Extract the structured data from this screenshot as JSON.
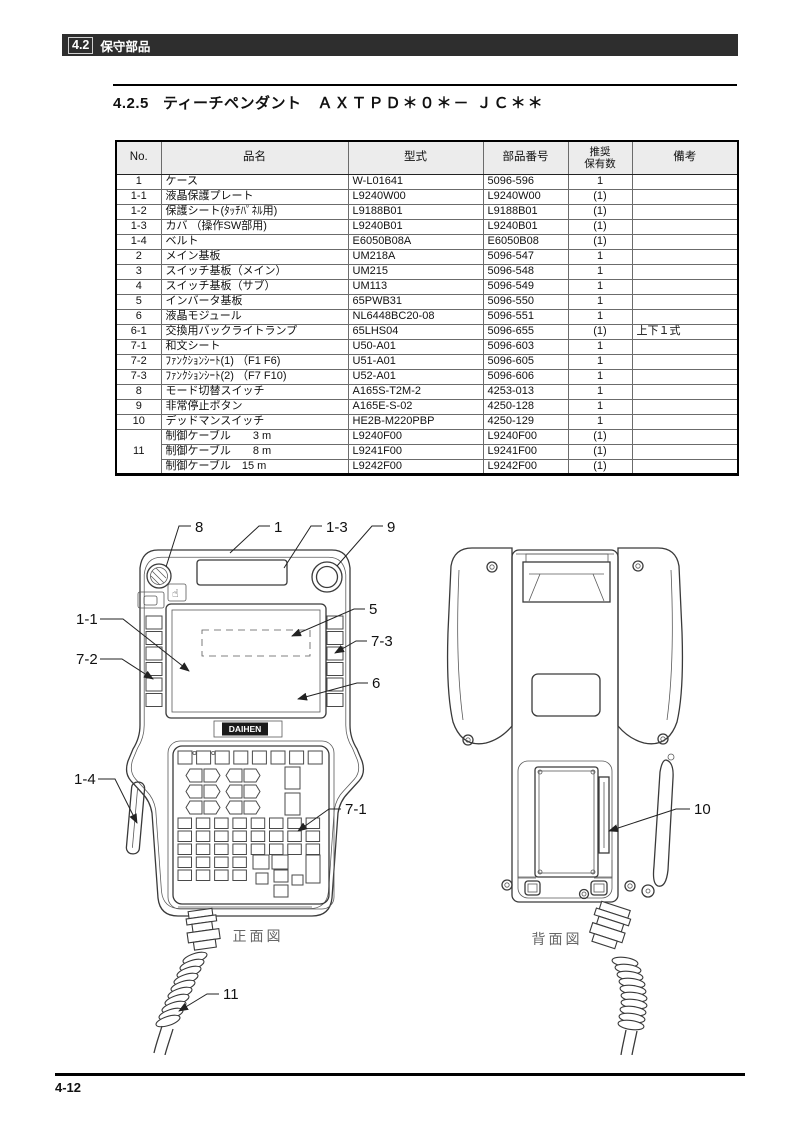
{
  "header_bar": {
    "section": "4.2",
    "title": "保守部品"
  },
  "page": {
    "section_number": "4.2.5",
    "section_title": "ティーチペンダント",
    "model_code": "ＡＸＴＰＤ＊０＊－ ＪＣ＊＊",
    "page_number": "4-12"
  },
  "table": {
    "headers": {
      "no": "No.",
      "name": "品名",
      "model": "型式",
      "part_number": "部品番号",
      "stock_line1": "推奨",
      "stock_line2": "保有数",
      "remarks": "備考"
    },
    "rows": [
      {
        "no": "1",
        "name": "ケース",
        "model": "W-L01641",
        "part": "5096-596",
        "stock": "1",
        "remarks": ""
      },
      {
        "no": "1-1",
        "name": "液晶保護プレート",
        "model": "L9240W00",
        "part": "L9240W00",
        "stock": "(1)",
        "remarks": ""
      },
      {
        "no": "1-2",
        "name": "保護シート(ﾀｯﾁﾊﾟﾈﾙ用)",
        "model": "L9188B01",
        "part": "L9188B01",
        "stock": "(1)",
        "remarks": ""
      },
      {
        "no": "1-3",
        "name": "カバ （操作SW部用)",
        "model": "L9240B01",
        "part": "L9240B01",
        "stock": "(1)",
        "remarks": ""
      },
      {
        "no": "1-4",
        "name": "ベルト",
        "model": "E6050B08A",
        "part": "E6050B08",
        "stock": "(1)",
        "remarks": ""
      },
      {
        "no": "2",
        "name": "メイン基板",
        "model": "UM218A",
        "part": "5096-547",
        "stock": "1",
        "remarks": ""
      },
      {
        "no": "3",
        "name": "スイッチ基板（メイン）",
        "model": "UM215",
        "part": "5096-548",
        "stock": "1",
        "remarks": ""
      },
      {
        "no": "4",
        "name": "スイッチ基板（サブ）",
        "model": "UM113",
        "part": "5096-549",
        "stock": "1",
        "remarks": ""
      },
      {
        "no": "5",
        "name": "インバータ基板",
        "model": "65PWB31",
        "part": "5096-550",
        "stock": "1",
        "remarks": ""
      },
      {
        "no": "6",
        "name": "液晶モジュール",
        "model": "NL6448BC20-08",
        "part": "5096-551",
        "stock": "1",
        "remarks": ""
      },
      {
        "no": "6-1",
        "name": "交換用バックライトランプ",
        "model": "65LHS04",
        "part": "5096-655",
        "stock": "(1)",
        "remarks": "上下１式"
      },
      {
        "no": "7-1",
        "name": "和文シート",
        "model": "U50-A01",
        "part": "5096-603",
        "stock": "1",
        "remarks": ""
      },
      {
        "no": "7-2",
        "name": "ﾌｧﾝｸｼｮﾝｼｰﾄ(1) （F1 F6)",
        "model": "U51-A01",
        "part": "5096-605",
        "stock": "1",
        "remarks": ""
      },
      {
        "no": "7-3",
        "name": "ﾌｧﾝｸｼｮﾝｼｰﾄ(2) （F7 F10)",
        "model": "U52-A01",
        "part": "5096-606",
        "stock": "1",
        "remarks": ""
      },
      {
        "no": "8",
        "name": "モード切替スイッチ",
        "model": "A165S-T2M-2",
        "part": "4253-013",
        "stock": "1",
        "remarks": ""
      },
      {
        "no": "9",
        "name": "非常停止ボタン",
        "model": "A165E-S-02",
        "part": "4250-128",
        "stock": "1",
        "remarks": ""
      },
      {
        "no": "10",
        "name": "デッドマンスイッチ",
        "model": "HE2B-M220PBP",
        "part": "4250-129",
        "stock": "1",
        "remarks": ""
      },
      {
        "no": "11",
        "no_span": 3,
        "name": "制御ケーブル　　3 m",
        "model": "L9240F00",
        "part": "L9240F00",
        "stock": "(1)",
        "remarks": ""
      },
      {
        "no": null,
        "name": "制御ケーブル　　8 m",
        "model": "L9241F00",
        "part": "L9241F00",
        "stock": "(1)",
        "remarks": ""
      },
      {
        "no": null,
        "name": "制御ケーブル　15 m",
        "model": "L9242F00",
        "part": "L9242F00",
        "stock": "(1)",
        "remarks": ""
      }
    ]
  },
  "figure": {
    "logo": "DAIHEN",
    "hand_icon": "☝",
    "front": {
      "caption": "正面図",
      "callouts": {
        "c8": "8",
        "c1": "1",
        "c1_3": "1-3",
        "c9": "9",
        "c5": "5",
        "c7_3": "7-3",
        "c6": "6",
        "c1_1": "1-1",
        "c7_2": "7-2",
        "c1_4": "1-4",
        "c7_1": "7-1",
        "c11": "11"
      }
    },
    "back": {
      "caption": "背面図",
      "callouts": {
        "c10": "10"
      }
    }
  }
}
